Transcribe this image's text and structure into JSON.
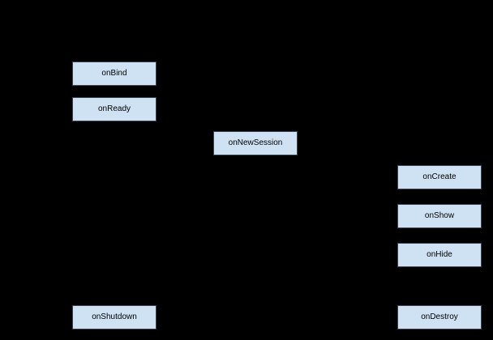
{
  "diagram": {
    "background_color": "#000000",
    "node_fill_color": "#cfe2f3",
    "node_border_color": "#3a4450",
    "node_text_color": "#000000",
    "nodes": [
      {
        "label": "onBind"
      },
      {
        "label": "onReady"
      },
      {
        "label": "onNewSession"
      },
      {
        "label": "onCreate"
      },
      {
        "label": "onShow"
      },
      {
        "label": "onHide"
      },
      {
        "label": "onShutdown"
      },
      {
        "label": "onDestroy"
      }
    ]
  }
}
